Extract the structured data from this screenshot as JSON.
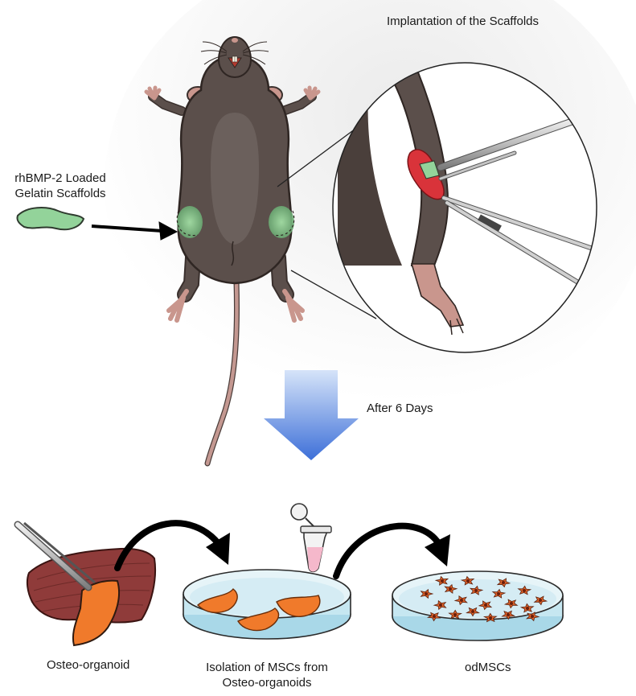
{
  "labels": {
    "implantation": "Implantation of the Scaffolds",
    "scaffold_line1": "rhBMP-2 Loaded",
    "scaffold_line2": "Gelatin Scaffolds",
    "after": "After 6 Days",
    "osteo": "Osteo-organoid",
    "isolation_line1": "Isolation of MSCs from",
    "isolation_line2": "Osteo-organoids",
    "odmscs": "odMSCs"
  },
  "colors": {
    "mouse_body": "#5b4f4b",
    "mouse_belly": "#6b605c",
    "mouse_skin": "#c9968d",
    "scaffold": "#93d39a",
    "wound": "#d9333a",
    "organoid": "#f07a2b",
    "muscle": "#8f3b3a",
    "dish_liquid": "#bfe3ef",
    "cell": "#e0642a",
    "down_arrow_top": "#c9dcf7",
    "down_arrow_bottom": "#3d6fd8"
  },
  "icons": [
    "mouse-illustration",
    "forceps-icon",
    "needle-holder-icon",
    "petri-dish-icon",
    "eppendorf-tube-icon",
    "down-arrow-icon",
    "curved-arrow-icon"
  ]
}
